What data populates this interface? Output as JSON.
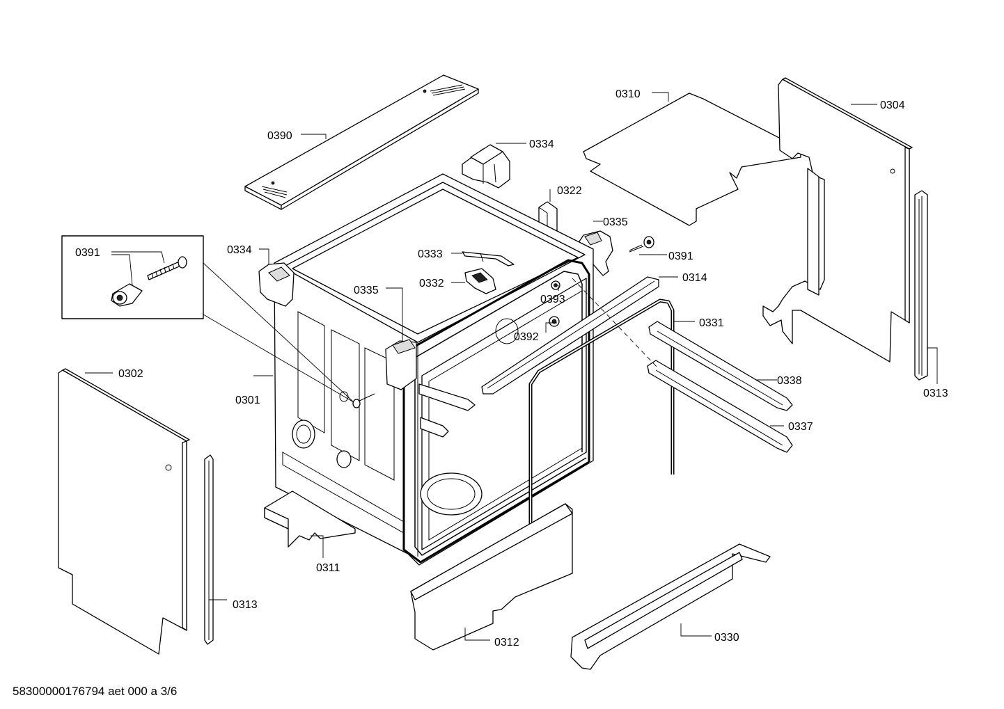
{
  "drawing": {
    "document_code": "58300000176794 aet 000 a 3/6",
    "callouts": {
      "c0390": "0390",
      "c0334a": "0334",
      "c0334b": "0334",
      "c0322": "0322",
      "c0310": "0310",
      "c0304": "0304",
      "c0335a": "0335",
      "c0335b": "0335",
      "c0391a": "0391",
      "c0391b": "0391",
      "c0333": "0333",
      "c0332": "0332",
      "c0314": "0314",
      "c0393": "0393",
      "c0392": "0392",
      "c0331": "0331",
      "c0338": "0338",
      "c0337": "0337",
      "c0313a": "0313",
      "c0313b": "0313",
      "c0302": "0302",
      "c0301": "0301",
      "c0311": "0311",
      "c0312": "0312",
      "c0330": "0330"
    }
  }
}
